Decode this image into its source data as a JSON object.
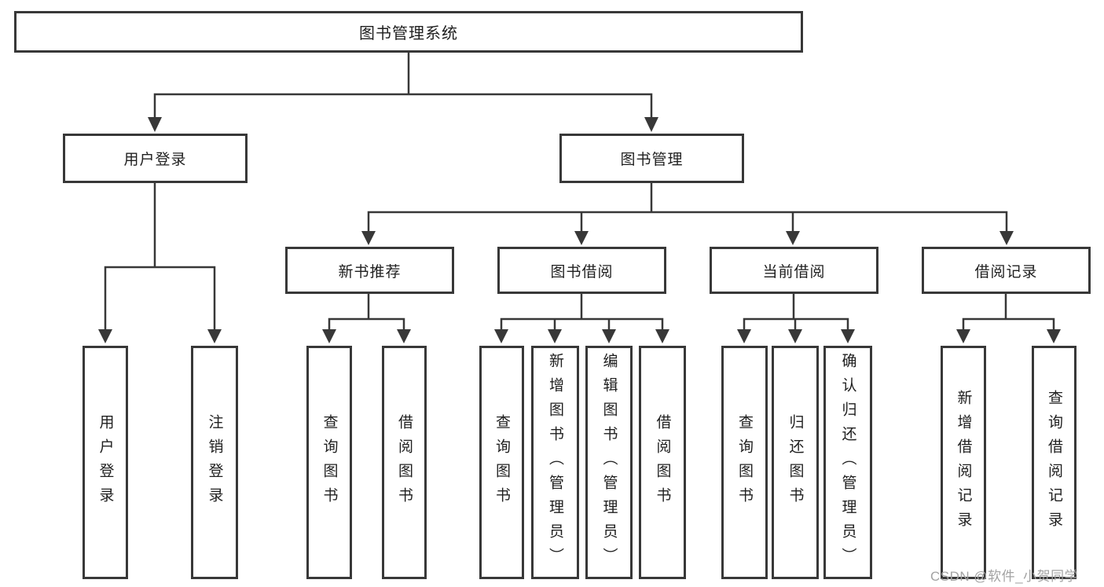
{
  "tree": {
    "root": "图书管理系统",
    "branches": [
      {
        "label": "用户登录",
        "children": [
          "用户登录",
          "注销登录"
        ]
      },
      {
        "label": "图书管理",
        "sections": [
          {
            "label": "新书推荐",
            "children": [
              "查询图书",
              "借阅图书"
            ]
          },
          {
            "label": "图书借阅",
            "children": [
              "查询图书",
              "新增图书（管理员）",
              "编辑图书（管理员）",
              "借阅图书"
            ]
          },
          {
            "label": "当前借阅",
            "children": [
              "查询图书",
              "归还图书",
              "确认归还（管理员）"
            ]
          },
          {
            "label": "借阅记录",
            "children": [
              "新增借阅记录",
              "查询借阅记录"
            ]
          }
        ]
      }
    ]
  },
  "watermark": {
    "text": "CSDN @软件_小贺同学"
  },
  "colors": {
    "line": "#383838",
    "border": "#383838",
    "text": "#1f1f1f",
    "watermark": "#a3a3a3",
    "background": "#ffffff"
  }
}
